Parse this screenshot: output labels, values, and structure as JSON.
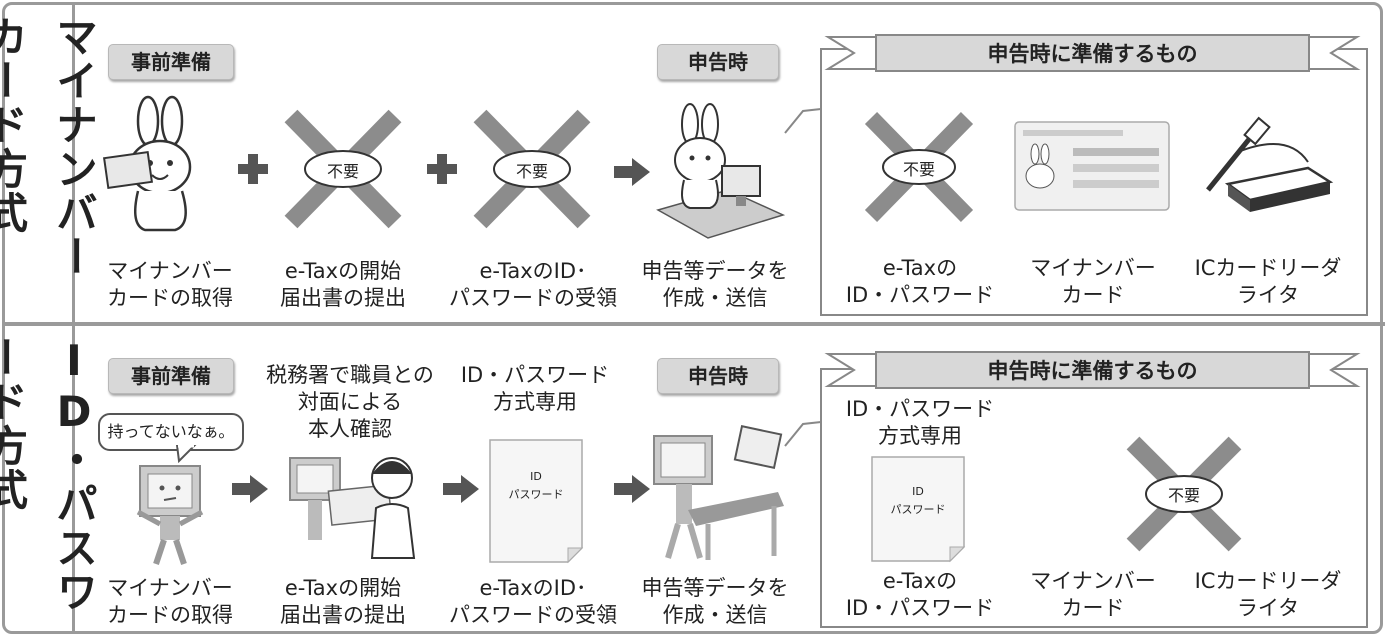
{
  "colors": {
    "border": "#9a9a9a",
    "badge_bg": "#d8d8d8",
    "cross": "#8c8c8c",
    "plus": "#555555"
  },
  "icons": [
    "plus-icon",
    "arrow-right-icon",
    "x-cross-icon",
    "rabbit-mascot-icon",
    "computer-character-icon",
    "ic-card-reader-icon",
    "document-icon",
    "official-person-icon"
  ],
  "sections": [
    {
      "title": "マイナンバーカード方式",
      "pre_badge": "事前準備",
      "filing_badge": "申告時",
      "steps": [
        {
          "label_line1": "マイナンバー",
          "label_line2": "カードの取得"
        },
        {
          "label_line1": "e-Taxの開始",
          "label_line2": "届出書の提出",
          "stamp": "不要"
        },
        {
          "label_line1": "e-TaxのID･",
          "label_line2": "パスワードの受領",
          "stamp": "不要"
        },
        {
          "label_line1": "申告等データを",
          "label_line2": "作成・送信"
        }
      ],
      "prep": {
        "heading": "申告時に準備するもの",
        "items": [
          {
            "label_line1": "e-Taxの",
            "label_line2": "ID・パスワード",
            "stamp": "不要"
          },
          {
            "label_line1": "マイナンバー",
            "label_line2": "カード"
          },
          {
            "label_line1": "ICカードリーダ",
            "label_line2": "ライタ"
          }
        ]
      }
    },
    {
      "title": "ID・パスワード方式",
      "pre_badge": "事前準備",
      "filing_badge": "申告時",
      "speech": "持ってないなぁ。",
      "steps": [
        {
          "label_line1": "マイナンバー",
          "label_line2": "カードの取得"
        },
        {
          "caption_line1": "税務署で職員との",
          "caption_line2": "対面による",
          "caption_line3": "本人確認",
          "label_line1": "e-Taxの開始",
          "label_line2": "届出書の提出"
        },
        {
          "caption_line1": "ID・パスワード",
          "caption_line2": "方式専用",
          "doc_line1": "ID",
          "doc_line2": "パスワード",
          "label_line1": "e-TaxのID･",
          "label_line2": "パスワードの受領"
        },
        {
          "label_line1": "申告等データを",
          "label_line2": "作成・送信"
        }
      ],
      "prep": {
        "heading": "申告時に準備するもの",
        "items": [
          {
            "caption_line1": "ID・パスワード",
            "caption_line2": "方式専用",
            "doc_line1": "ID",
            "doc_line2": "パスワード",
            "label_line1": "e-Taxの",
            "label_line2": "ID・パスワード"
          },
          {
            "label_line1": "マイナンバー",
            "label_line2": "カード"
          },
          {
            "label_line1": "ICカードリーダ",
            "label_line2": "ライタ",
            "stamp": "不要"
          }
        ]
      }
    }
  ]
}
